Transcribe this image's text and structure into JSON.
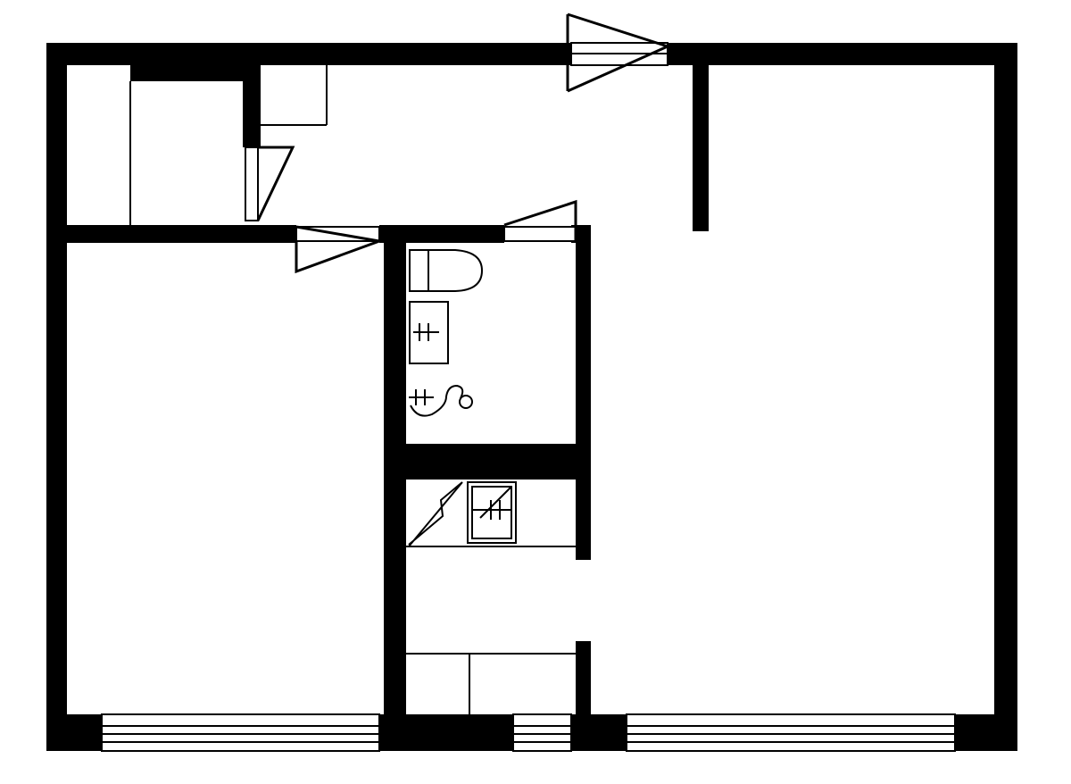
{
  "plan": {
    "colors": {
      "wall": "#000000",
      "line": "#000000",
      "background": "#ffffff"
    },
    "rooms": [
      "closet",
      "hallway",
      "bedroom",
      "bathroom",
      "kitchenette",
      "living-room"
    ],
    "fixtures": [
      "toilet",
      "sink",
      "shower",
      "wall-cabinet",
      "stove",
      "counter",
      "cabinet"
    ],
    "icons": [
      "entry-door-icon",
      "door-swing-icon",
      "window-icon",
      "toilet-icon",
      "sink-icon",
      "shower-icon",
      "stove-icon",
      "gas-line-icon"
    ]
  }
}
